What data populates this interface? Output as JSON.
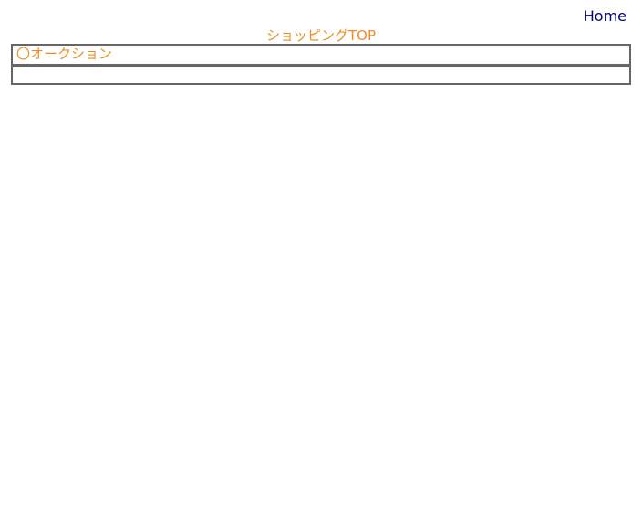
{
  "header": {
    "home_label": "Home",
    "title": "ショッピングTOP"
  },
  "sections": {
    "auction_label": "〇オークション"
  },
  "colors": {
    "accent_orange": "#f08c1e",
    "home_link_navy": "#000080",
    "border_gray": "#666666"
  }
}
